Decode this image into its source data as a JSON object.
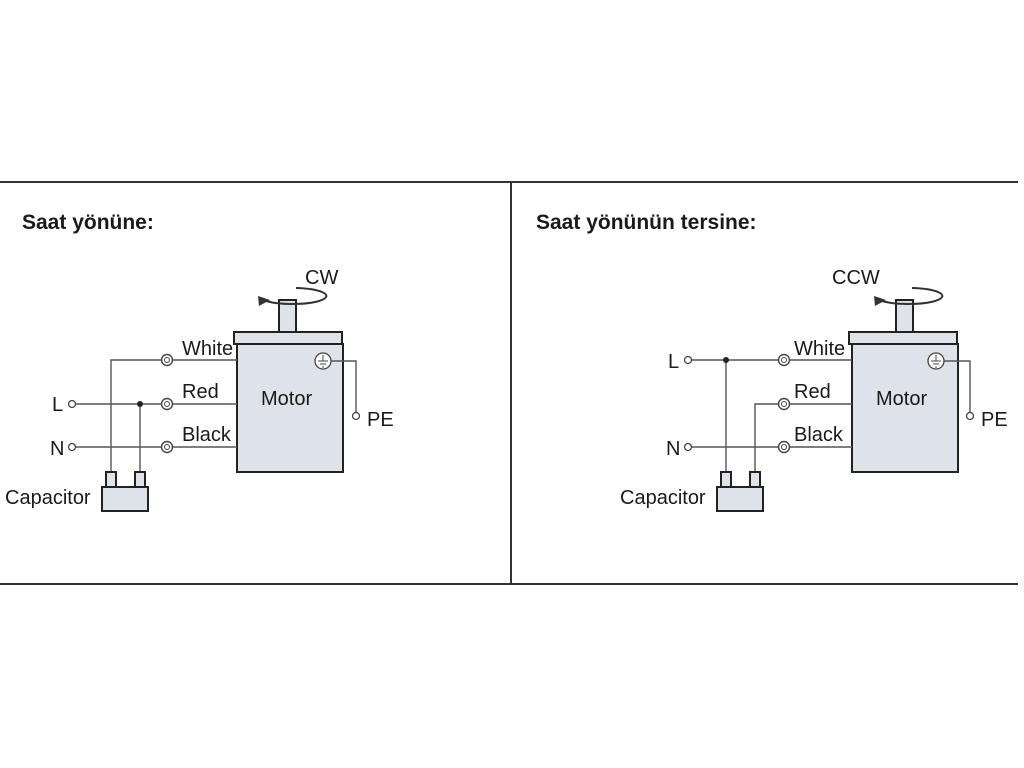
{
  "panels": [
    {
      "title": "Saat yönüne:",
      "direction": "CW",
      "motor_label": "Motor",
      "wires": [
        "White",
        "Red",
        "Black"
      ],
      "line_label": "L",
      "neutral_label": "N",
      "pe_label": "PE",
      "capacitor_label": "Capacitor"
    },
    {
      "title": "Saat yönünün tersine:",
      "direction": "CCW",
      "motor_label": "Motor",
      "wires": [
        "White",
        "Red",
        "Black"
      ],
      "line_label": "L",
      "neutral_label": "N",
      "pe_label": "PE",
      "capacitor_label": "Capacitor"
    }
  ],
  "colors": {
    "motor_fill": "#dde3e8",
    "line": "#333333",
    "wire": "#555555"
  }
}
